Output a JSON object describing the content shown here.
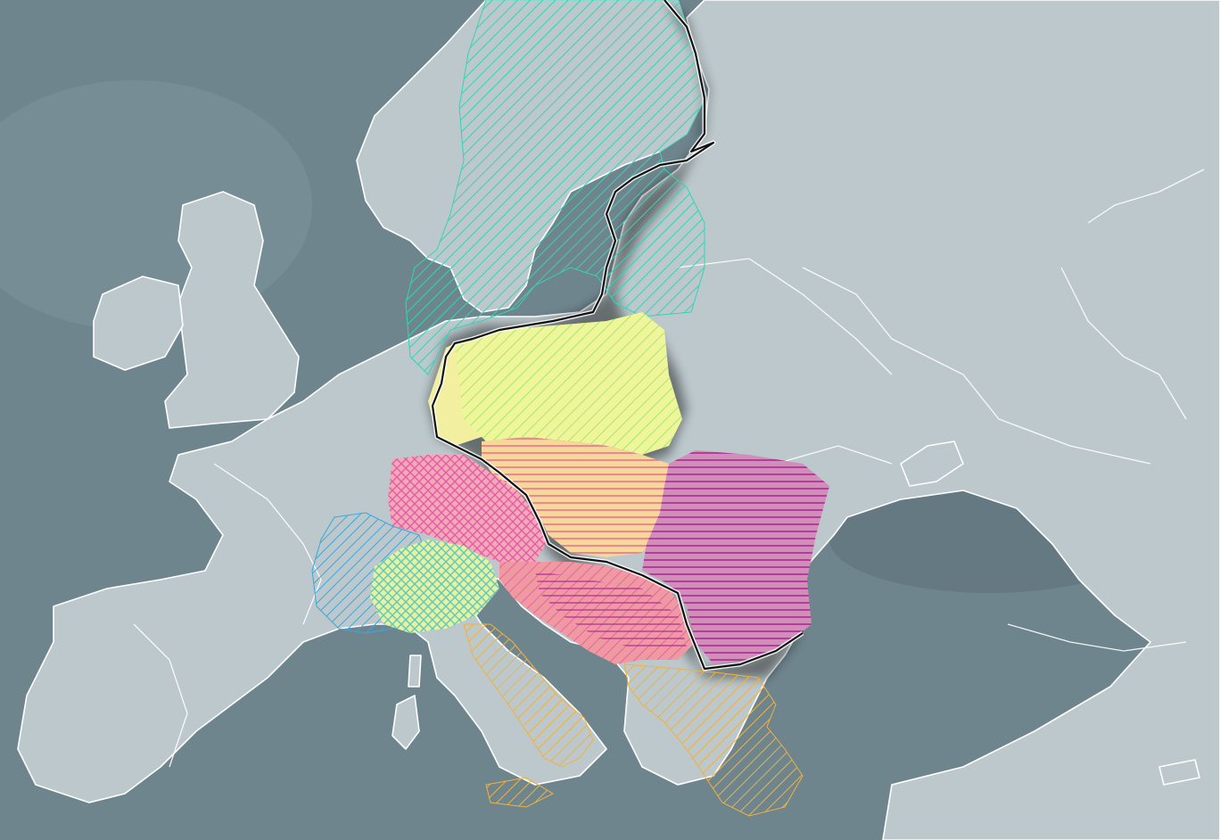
{
  "map": {
    "kind": "europe-regional-groupings",
    "colors": {
      "sea": "#6f858e",
      "land": "#bcc8cc",
      "border": "#ffffff",
      "top_strip": "#1f6fb8"
    },
    "regions": [
      {
        "id": "nordic-baltic",
        "color": "#2fd6b4",
        "fill": "none",
        "hatch": "diagonal"
      },
      {
        "id": "poland",
        "color": "#a8e86a",
        "fill": "#eef59a",
        "hatch": "diagonal"
      },
      {
        "id": "germany-benelux",
        "color": "#f0ee98",
        "fill": "#f2f0a0",
        "hatch": "none"
      },
      {
        "id": "czech-slovakia-hungary",
        "color": "#f3a3a0",
        "fill": "#f7d79a",
        "hatch": "horizontal"
      },
      {
        "id": "austria-slovenia",
        "color": "#e85ab8",
        "fill": "#f3a9b9",
        "hatch": "cross"
      },
      {
        "id": "romania-bulgaria",
        "color": "#c03aa6",
        "fill": "#cf8fb8",
        "hatch": "horizontal"
      },
      {
        "id": "croatia-western-balkans",
        "color": "#e85aa8",
        "fill": "#ef9aa0",
        "hatch": "diagonal"
      },
      {
        "id": "italy-greece",
        "color": "#f2b13a",
        "fill": "none",
        "hatch": "diagonal"
      },
      {
        "id": "france-east",
        "color": "#38a8e0",
        "fill": "none",
        "hatch": "diagonal"
      },
      {
        "id": "switzerland",
        "color": "#b6e864",
        "fill": "#e8f1a0",
        "hatch": "cross"
      }
    ],
    "outline": {
      "name": "highlighted-boundary",
      "color": "#111111"
    }
  }
}
